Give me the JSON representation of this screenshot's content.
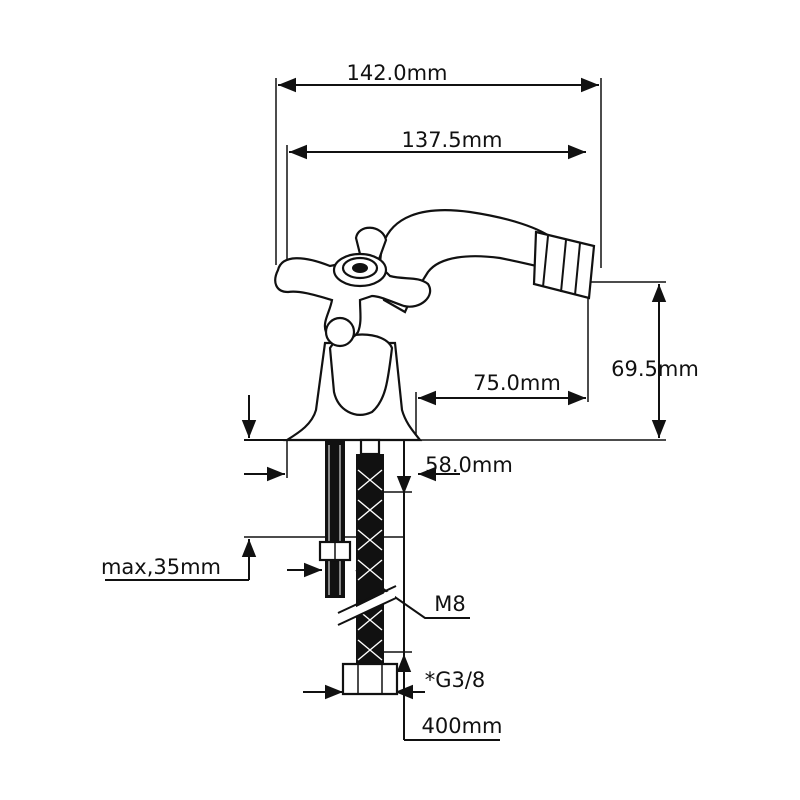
{
  "drawing": {
    "dimensions": {
      "overall_width": "142.0mm",
      "spout_width": "137.5mm",
      "spout_height": "69.5mm",
      "spout_reach": "75.0mm",
      "base_diameter": "58.0mm",
      "max_thickness": "max,35mm",
      "stud_thread": "M8",
      "hose_thread": "*G3/8",
      "hose_length": "400mm"
    }
  }
}
